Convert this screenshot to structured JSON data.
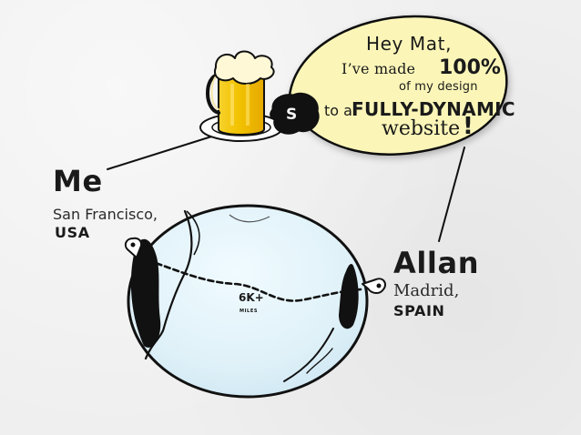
{
  "bubble": {
    "line1": "Hey Mat,",
    "line2_prefix": "I’ve made",
    "line2_pct": "100%",
    "line3": "of my design",
    "line4_prefix": "to a",
    "line4_emph": "FULLY-DYNAMIC",
    "line5": "website",
    "line5_mark": "!"
  },
  "badge": {
    "letter": "S"
  },
  "me": {
    "name": "Me",
    "city": "San Francisco,",
    "country": "USA"
  },
  "allan": {
    "name": "Allan",
    "city": "Madrid,",
    "country": "SPAIN"
  },
  "distance": {
    "value": "6K+",
    "unit": "MILES"
  },
  "colors": {
    "paper": "#efefef",
    "ink": "#111111",
    "bubble_fill": "#fbf6b8",
    "globe_fill": "#dff1f8",
    "beer": "#f2c200",
    "foam": "#fff8d6"
  },
  "icons": {
    "beer": "beer-mug-icon",
    "badge": "s-badge-icon",
    "pin": "location-pin-icon",
    "globe": "globe-icon"
  }
}
